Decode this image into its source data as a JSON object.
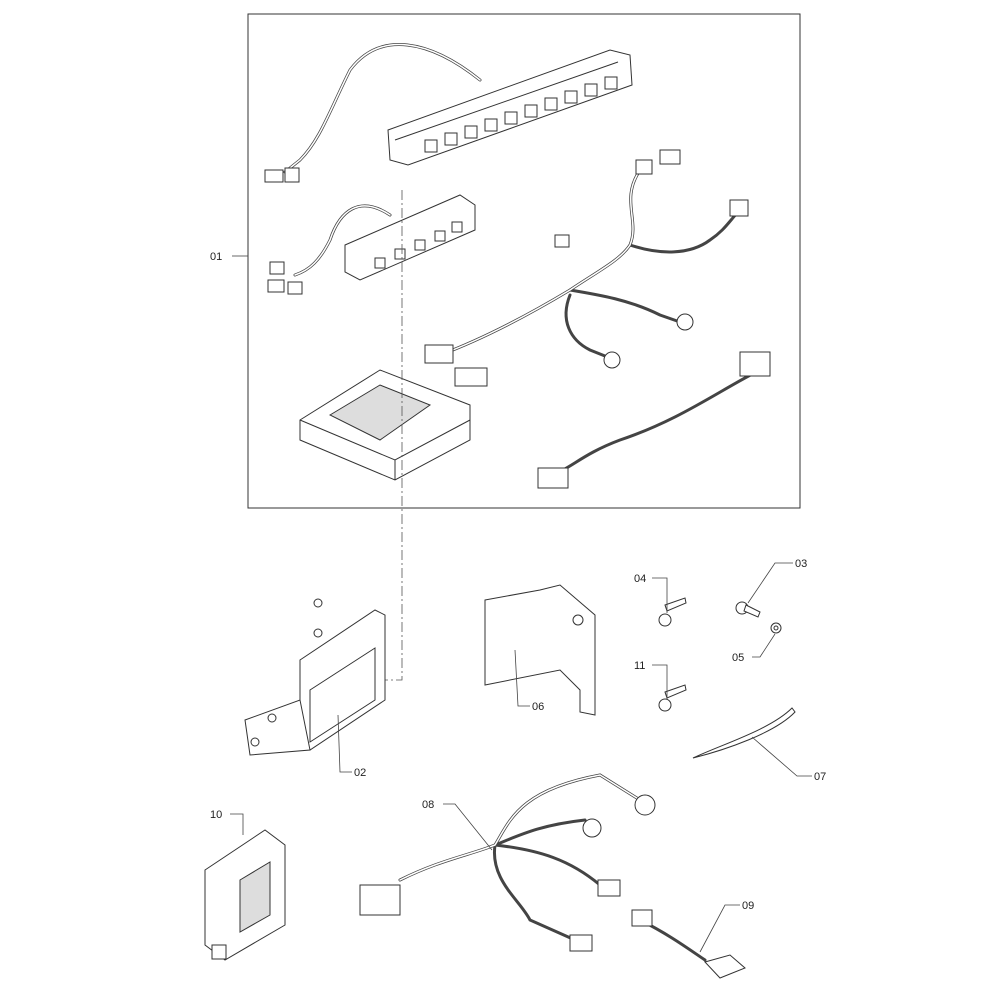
{
  "diagram": {
    "callouts": [
      {
        "id": "01",
        "text": "01"
      },
      {
        "id": "02",
        "text": "02"
      },
      {
        "id": "03",
        "text": "03"
      },
      {
        "id": "04",
        "text": "04"
      },
      {
        "id": "05",
        "text": "05"
      },
      {
        "id": "06",
        "text": "06"
      },
      {
        "id": "07",
        "text": "07"
      },
      {
        "id": "08",
        "text": "08"
      },
      {
        "id": "09",
        "text": "09"
      },
      {
        "id": "10",
        "text": "10"
      },
      {
        "id": "11",
        "text": "11"
      }
    ]
  }
}
